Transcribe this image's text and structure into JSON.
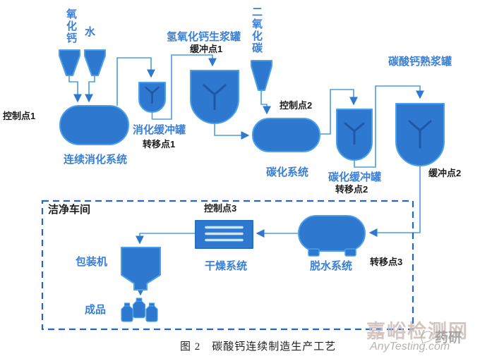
{
  "figure": {
    "caption": "图 2　碳酸钙连续制造生产工艺",
    "labels": {
      "calcium_oxide": "氧化钙",
      "water": "水",
      "control_point_1": "控制点1",
      "continuous_digestion_system": "连续消化系统",
      "digestion_buffer_tank": "消化缓冲罐",
      "transfer_point_1": "转移点1",
      "calcium_hydroxide_raw_slurry_tank": "氢氧化钙生浆罐",
      "buffer_point_1": "缓冲点1",
      "carbon_dioxide": "二氧化碳",
      "control_point_2": "控制点2",
      "carbonization_system": "碳化系统",
      "carbonization_buffer_tank": "碳化缓冲罐",
      "transfer_point_2": "转移点2",
      "calcium_carbonate_mature_slurry_tank": "碳酸钙熟浆罐",
      "buffer_point_2": "缓冲点2",
      "clean_workshop": "洁净车间",
      "control_point_3": "控制点3",
      "drying_system": "干燥系统",
      "dewatering_system": "脱水系统",
      "transfer_point_3": "转移点3",
      "packing_machine": "包装机",
      "finished_product": "成品"
    },
    "colors": {
      "shape_fill": "#2e78d0",
      "shape_stroke": "#4aa0e8",
      "connector": "#4a9de0",
      "arrow": "#2e78d0",
      "agitator": "#1e56a8",
      "label_blue": "#3a7fd6",
      "label_black": "#1c1c1c",
      "dashed_border": "#2465c2"
    }
  },
  "watermark": {
    "site_name": "嘉峪检测网",
    "site_url": "AnyTesting.com",
    "logo_text": "药研"
  }
}
